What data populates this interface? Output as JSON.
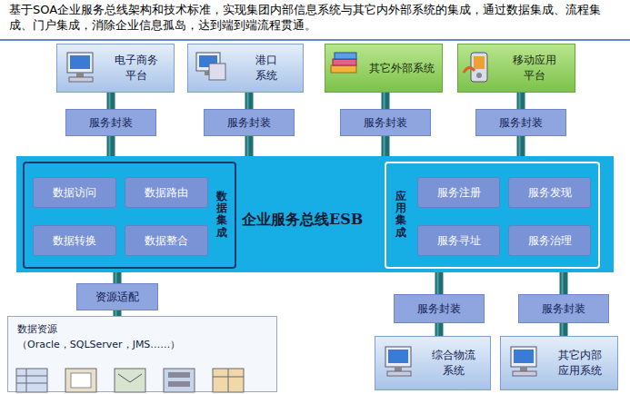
{
  "diagram": {
    "title": "基于SOA企业服务总线架构和技术标准，实现集团内部信息系统与其它内外部系统的集成，通过数据集成、流程集成、门户集成，消除企业信息孤岛，达到端到端流程贯通。",
    "nodes": [
      {
        "text": [
          "电子商务平台"
        ]
      },
      {
        "text": [
          "港口系统"
        ]
      },
      {
        "text": [
          "其它外部系统"
        ]
      },
      {
        "text": [
          "移动应用平台"
        ]
      },
      {
        "text": [
          "服务封装"
        ]
      },
      {
        "text": [
          "服务封装"
        ]
      },
      {
        "text": [
          "服务封装"
        ]
      },
      {
        "text": [
          "服务封装"
        ]
      },
      {
        "text": [
          "企业服务总线ESB"
        ]
      },
      {
        "text": [
          "数据集成"
        ],
        "in": 8
      },
      {
        "text": [
          "数据访问"
        ],
        "in": 9
      },
      {
        "text": [
          "数据路由"
        ],
        "in": 9
      },
      {
        "text": [
          "数据转换"
        ],
        "in": 9
      },
      {
        "text": [
          "数据整合"
        ],
        "in": 9
      },
      {
        "text": [
          "应用集成"
        ],
        "in": 8
      },
      {
        "text": [
          "服务注册"
        ],
        "in": 14
      },
      {
        "text": [
          "服务发现"
        ],
        "in": 14
      },
      {
        "text": [
          "服务寻址"
        ],
        "in": 14
      },
      {
        "text": [
          "服务治理"
        ],
        "in": 14
      },
      {
        "text": [
          "资源适配"
        ]
      },
      {
        "text": [
          "服务封装"
        ]
      },
      {
        "text": [
          "服务封装"
        ]
      },
      {
        "text": [
          "数据资源",
          "（Oracle，SQLServer，JMS……）"
        ]
      },
      {
        "text": [
          "综合物流系统"
        ]
      },
      {
        "text": [
          "其它内部应用系统"
        ]
      }
    ],
    "edges": [
      {
        "from": 0,
        "to": 4,
        "arrow": "none"
      },
      {
        "from": 1,
        "to": 5,
        "arrow": "none"
      },
      {
        "from": 2,
        "to": 6,
        "arrow": "none"
      },
      {
        "from": 3,
        "to": 7,
        "arrow": "none"
      },
      {
        "from": 4,
        "to": 8,
        "arrow": "none"
      },
      {
        "from": 5,
        "to": 8,
        "arrow": "none"
      },
      {
        "from": 6,
        "to": 8,
        "arrow": "none"
      },
      {
        "from": 7,
        "to": 8,
        "arrow": "none"
      },
      {
        "from": 8,
        "to": 19,
        "arrow": "none"
      },
      {
        "from": 19,
        "to": 22,
        "arrow": "none"
      },
      {
        "from": 8,
        "to": 20,
        "arrow": "none"
      },
      {
        "from": 8,
        "to": 21,
        "arrow": "none"
      },
      {
        "from": 20,
        "to": 23,
        "arrow": "none"
      },
      {
        "from": 21,
        "to": 24,
        "arrow": "none"
      }
    ]
  }
}
